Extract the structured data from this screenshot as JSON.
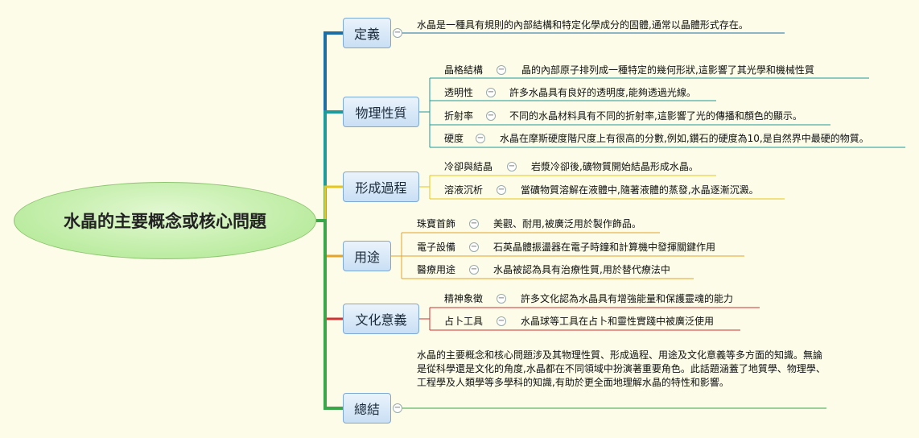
{
  "central": "水晶的主要概念或核心問題",
  "branches": {
    "def": {
      "label": "定義",
      "text": "水晶是一種具有規則的內部結構和特定化學成分的固體,通常以晶體形式存在。"
    },
    "phys": {
      "label": "物理性質",
      "items": [
        {
          "label": "晶格結構",
          "text": "晶的內部原子排列成一種特定的幾何形狀,這影響了其光學和機械性質"
        },
        {
          "label": "透明性",
          "text": "許多水晶具有良好的透明度,能夠透過光線。"
        },
        {
          "label": "折射率",
          "text": "不同的水晶材料具有不同的折射率,這影響了光的傳播和顏色的顯示。"
        },
        {
          "label": "硬度",
          "text": "水晶在摩斯硬度階尺度上有很高的分數,例如,鑽石的硬度為10,是自然界中最硬的物質。"
        }
      ]
    },
    "form": {
      "label": "形成過程",
      "items": [
        {
          "label": "冷卻與結晶",
          "text": "岩漿冷卻後,礦物質開始結晶形成水晶。"
        },
        {
          "label": "溶液沉析",
          "text": "當礦物質溶解在液體中,隨著液體的蒸發,水晶逐漸沉澱。"
        }
      ]
    },
    "use": {
      "label": "用途",
      "items": [
        {
          "label": "珠寶首飾",
          "text": "美觀、耐用,被廣泛用於製作飾品。"
        },
        {
          "label": "電子設備",
          "text": "石英晶體振盪器在電子時鐘和計算機中發揮關鍵作用"
        },
        {
          "label": "醫療用途",
          "text": "水晶被認為具有治療性質,用於替代療法中"
        }
      ]
    },
    "culture": {
      "label": "文化意義",
      "items": [
        {
          "label": "精神象徵",
          "text": "許多文化認為水晶具有增強能量和保護靈魂的能力"
        },
        {
          "label": "占卜工具",
          "text": "水晶球等工具在占卜和靈性實踐中被廣泛使用"
        }
      ]
    },
    "summary": {
      "label": "總結",
      "text": "水晶的主要概念和核心問題涉及其物理性質、形成過程、用途及文化意義等多方面的知識。無論是從科學還是文化的角度,水晶都在不同領域中扮演著重要角色。此話題涵蓋了地質學、物理學、工程學及人類學等多學科的知識,有助於更全面地理解水晶的特性和影響。"
    }
  },
  "toggle_glyph": "−",
  "colors": {
    "def": "#1c6ea4",
    "phys": "#1e9a9a",
    "form": "#e6c619",
    "use": "#e3a42a",
    "culture": "#cf3232",
    "summary": "#3aa64a"
  }
}
